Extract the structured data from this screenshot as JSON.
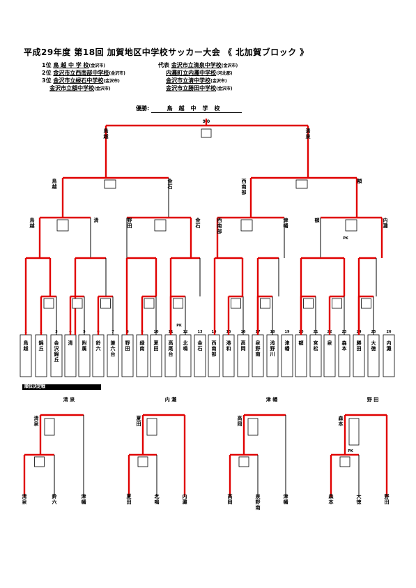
{
  "title": "平成29年度 第18回 加賀地区中学校サッカー大会 《 北加賀ブロック 》",
  "results": {
    "left": [
      {
        "rank": "1位",
        "name": "鳥 越 中 学 校",
        "city": "(金沢市)"
      },
      {
        "rank": "2位",
        "name": "金沢市立西南部中学校",
        "city": "(金沢市)"
      },
      {
        "rank": "3位",
        "name": "金沢市立緑石中学校",
        "city": "(金沢市)"
      },
      {
        "rank": "",
        "name": "金沢市立額中学校",
        "city": "(金沢市)"
      }
    ],
    "right": [
      {
        "rank": "代表",
        "name": "金沢市立清泉中学校",
        "city": "(金沢市)"
      },
      {
        "rank": "",
        "name": "内灘町立内灘中学校",
        "city": "(河北郡)"
      },
      {
        "rank": "",
        "name": "金沢市立清中学校",
        "city": "(金沢市)"
      },
      {
        "rank": "",
        "name": "金沢市立勝田中学校",
        "city": "(金沢市)"
      }
    ]
  },
  "winner": {
    "label": "優勝:",
    "name": "鳥越中学校"
  },
  "sub_section": "順位決定戦",
  "teams": [
    {
      "no": "1",
      "name": "鳥越"
    },
    {
      "no": "2",
      "name": "錦丘"
    },
    {
      "no": "3",
      "name": "金沢錦丘"
    },
    {
      "no": "4",
      "name": "清"
    },
    {
      "no": "5",
      "name": "附属"
    },
    {
      "no": "6",
      "name": "鈴六"
    },
    {
      "no": "7",
      "name": "兼六台"
    },
    {
      "no": "8",
      "name": "野田"
    },
    {
      "no": "9",
      "name": "緑南"
    },
    {
      "no": "10",
      "name": "夏田"
    },
    {
      "no": "11",
      "name": "高尾台"
    },
    {
      "no": "12",
      "name": "北鳴"
    },
    {
      "no": "13",
      "name": "金石"
    },
    {
      "no": "14",
      "name": "西南部"
    },
    {
      "no": "15",
      "name": "港和"
    },
    {
      "no": "16",
      "name": "高岡"
    },
    {
      "no": "17",
      "name": "泉野南"
    },
    {
      "no": "18",
      "name": "浅野川"
    },
    {
      "no": "19",
      "name": "津幡"
    },
    {
      "no": "20",
      "name": "額"
    },
    {
      "no": "21",
      "name": "宮松"
    },
    {
      "no": "22",
      "name": "泉"
    },
    {
      "no": "23",
      "name": "森本"
    },
    {
      "no": "24",
      "name": "勝田"
    },
    {
      "no": "25",
      "name": "大徳"
    },
    {
      "no": "26",
      "name": "内灘"
    }
  ],
  "top_labels": {
    "final_left": "鳥越",
    "final_right": "清泉",
    "semi_l1": "鳥越",
    "semi_l2": "金石",
    "semi_r1": "西南部",
    "semi_r2": "額",
    "final_score": "9 0",
    "qf": [
      "鳥越",
      "清",
      "野田",
      "金石",
      "西南部",
      "津幡",
      "額",
      "内灘"
    ]
  },
  "bottom": [
    {
      "title": "清 泉",
      "teams": [
        "清泉",
        "鈴六",
        "津幡"
      ],
      "label": "清泉"
    },
    {
      "title": "内 灘",
      "teams": [
        "夏田",
        "北鳴",
        "内灘"
      ],
      "label": "夏田"
    },
    {
      "title": "津 幡",
      "teams": [
        "高岡",
        "泉野南",
        "津幡"
      ],
      "label": "高岡"
    },
    {
      "title": "野 田",
      "teams": [
        "森本",
        "大徳",
        "野田"
      ],
      "label": "森本"
    }
  ],
  "pk": "PK"
}
